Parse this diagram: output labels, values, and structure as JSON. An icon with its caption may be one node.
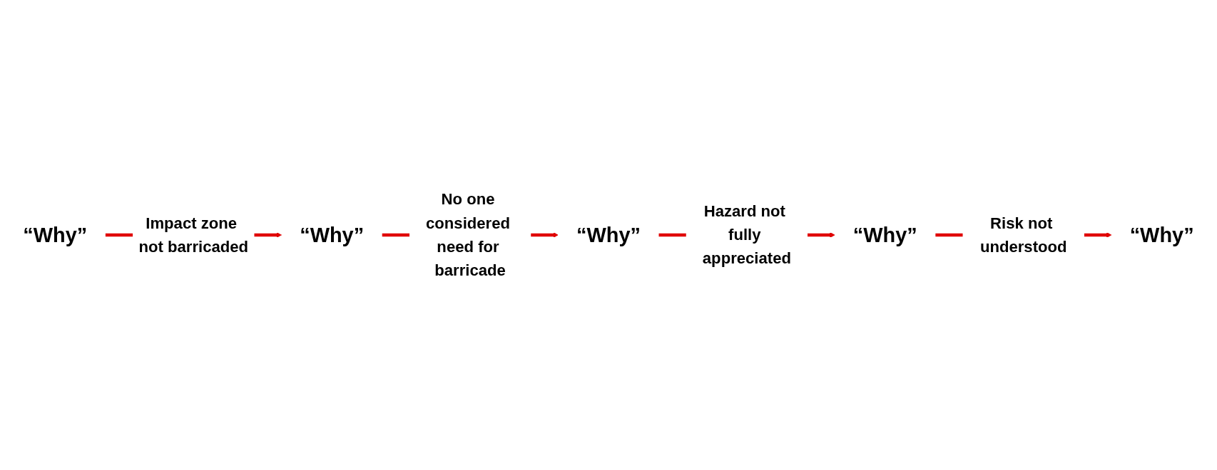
{
  "diagram": {
    "nodes": [
      {
        "text": [
          "“Why”"
        ]
      },
      {
        "text": [
          "“Why”"
        ]
      },
      {
        "text": [
          "“Why”"
        ]
      },
      {
        "text": [
          "“Why”"
        ]
      },
      {
        "text": [
          "“Why”"
        ]
      }
    ],
    "edges": [
      {
        "from": 0,
        "to": 1,
        "arrow": "to",
        "label": "Impact zone not barricaded"
      },
      {
        "from": 1,
        "to": 2,
        "arrow": "to",
        "label": "No one considered need for barricade"
      },
      {
        "from": 2,
        "to": 3,
        "arrow": "to",
        "label": "Hazard not fully appreciated"
      },
      {
        "from": 3,
        "to": 4,
        "arrow": "to",
        "label": "Risk not understood"
      }
    ]
  }
}
